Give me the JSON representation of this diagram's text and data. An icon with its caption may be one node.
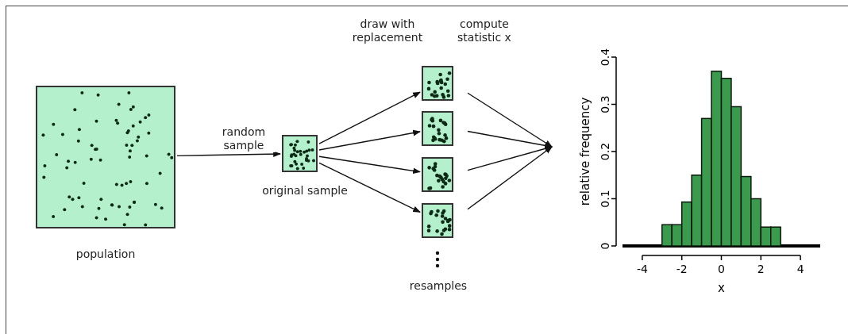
{
  "diagram": {
    "nodes": [
      {
        "text": [
          "population"
        ]
      },
      {
        "text": [
          "original sample"
        ]
      },
      {
        "text": [],
        "shape": "box"
      },
      {
        "text": [],
        "shape": "box"
      },
      {
        "text": [],
        "shape": "box"
      },
      {
        "text": [],
        "shape": "box"
      }
    ],
    "edges": [
      {
        "from": 0,
        "to": 1,
        "arrow": "to",
        "label": "random sample"
      },
      {
        "from": 1,
        "to": 2,
        "arrow": "to"
      },
      {
        "from": 1,
        "to": 3,
        "arrow": "to"
      },
      {
        "from": 1,
        "to": 4,
        "arrow": "to"
      },
      {
        "from": 1,
        "to": 5,
        "arrow": "to"
      },
      {
        "from": 2,
        "to": null,
        "arrow": "to"
      },
      {
        "from": 3,
        "to": null,
        "arrow": "to"
      },
      {
        "from": 4,
        "to": null,
        "arrow": "to"
      },
      {
        "from": 5,
        "to": null,
        "arrow": "to"
      }
    ],
    "labels": [
      "draw with replacement",
      "compute statistic x",
      "resamples"
    ],
    "chart_data": {
      "type": "bar",
      "xlabel": "x",
      "ylabel": "relative frequency",
      "x": [
        -2.75,
        -2.25,
        -1.75,
        -1.25,
        -0.75,
        -0.25,
        0.25,
        0.75,
        1.25,
        1.75,
        2.25,
        2.75
      ],
      "values": [
        0.045,
        0.045,
        0.093,
        0.15,
        0.27,
        0.37,
        0.355,
        0.295,
        0.147,
        0.1,
        0.04,
        0.04
      ],
      "xlim": [
        -5,
        5
      ],
      "ylim": [
        0,
        0.4
      ],
      "xticks": [
        -4,
        -2,
        0,
        2,
        4
      ],
      "yticks": [
        0,
        0.1,
        0.2,
        0.3,
        0.4
      ]
    }
  }
}
